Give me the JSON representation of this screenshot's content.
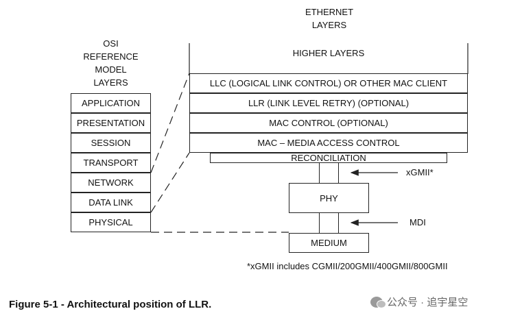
{
  "osi": {
    "title_lines": [
      "OSI",
      "REFERENCE",
      "MODEL",
      "LAYERS"
    ],
    "layers": [
      "APPLICATION",
      "PRESENTATION",
      "SESSION",
      "TRANSPORT",
      "NETWORK",
      "DATA LINK",
      "PHYSICAL"
    ]
  },
  "ethernet": {
    "title_lines": [
      "ETHERNET",
      "LAYERS"
    ],
    "higher_layers": "HIGHER LAYERS",
    "layers": [
      "LLC (LOGICAL LINK CONTROL) OR OTHER MAC CLIENT",
      "LLR (LINK LEVEL RETRY) (OPTIONAL)",
      "MAC CONTROL (OPTIONAL)",
      "MAC – MEDIA ACCESS CONTROL"
    ],
    "reconciliation": "RECONCILIATION",
    "phy": "PHY",
    "medium": "MEDIUM"
  },
  "interfaces": {
    "xgmii": "xGMII*",
    "mdi": "MDI"
  },
  "footnote": "*xGMII includes CGMII/200GMII/400GMII/800GMII",
  "caption": "Figure 5-1 - Architectural position of LLR.",
  "watermark": "公众号 · 追宇星空",
  "colors": {
    "line": "#222222",
    "text": "#111111",
    "watermark": "#666666"
  }
}
